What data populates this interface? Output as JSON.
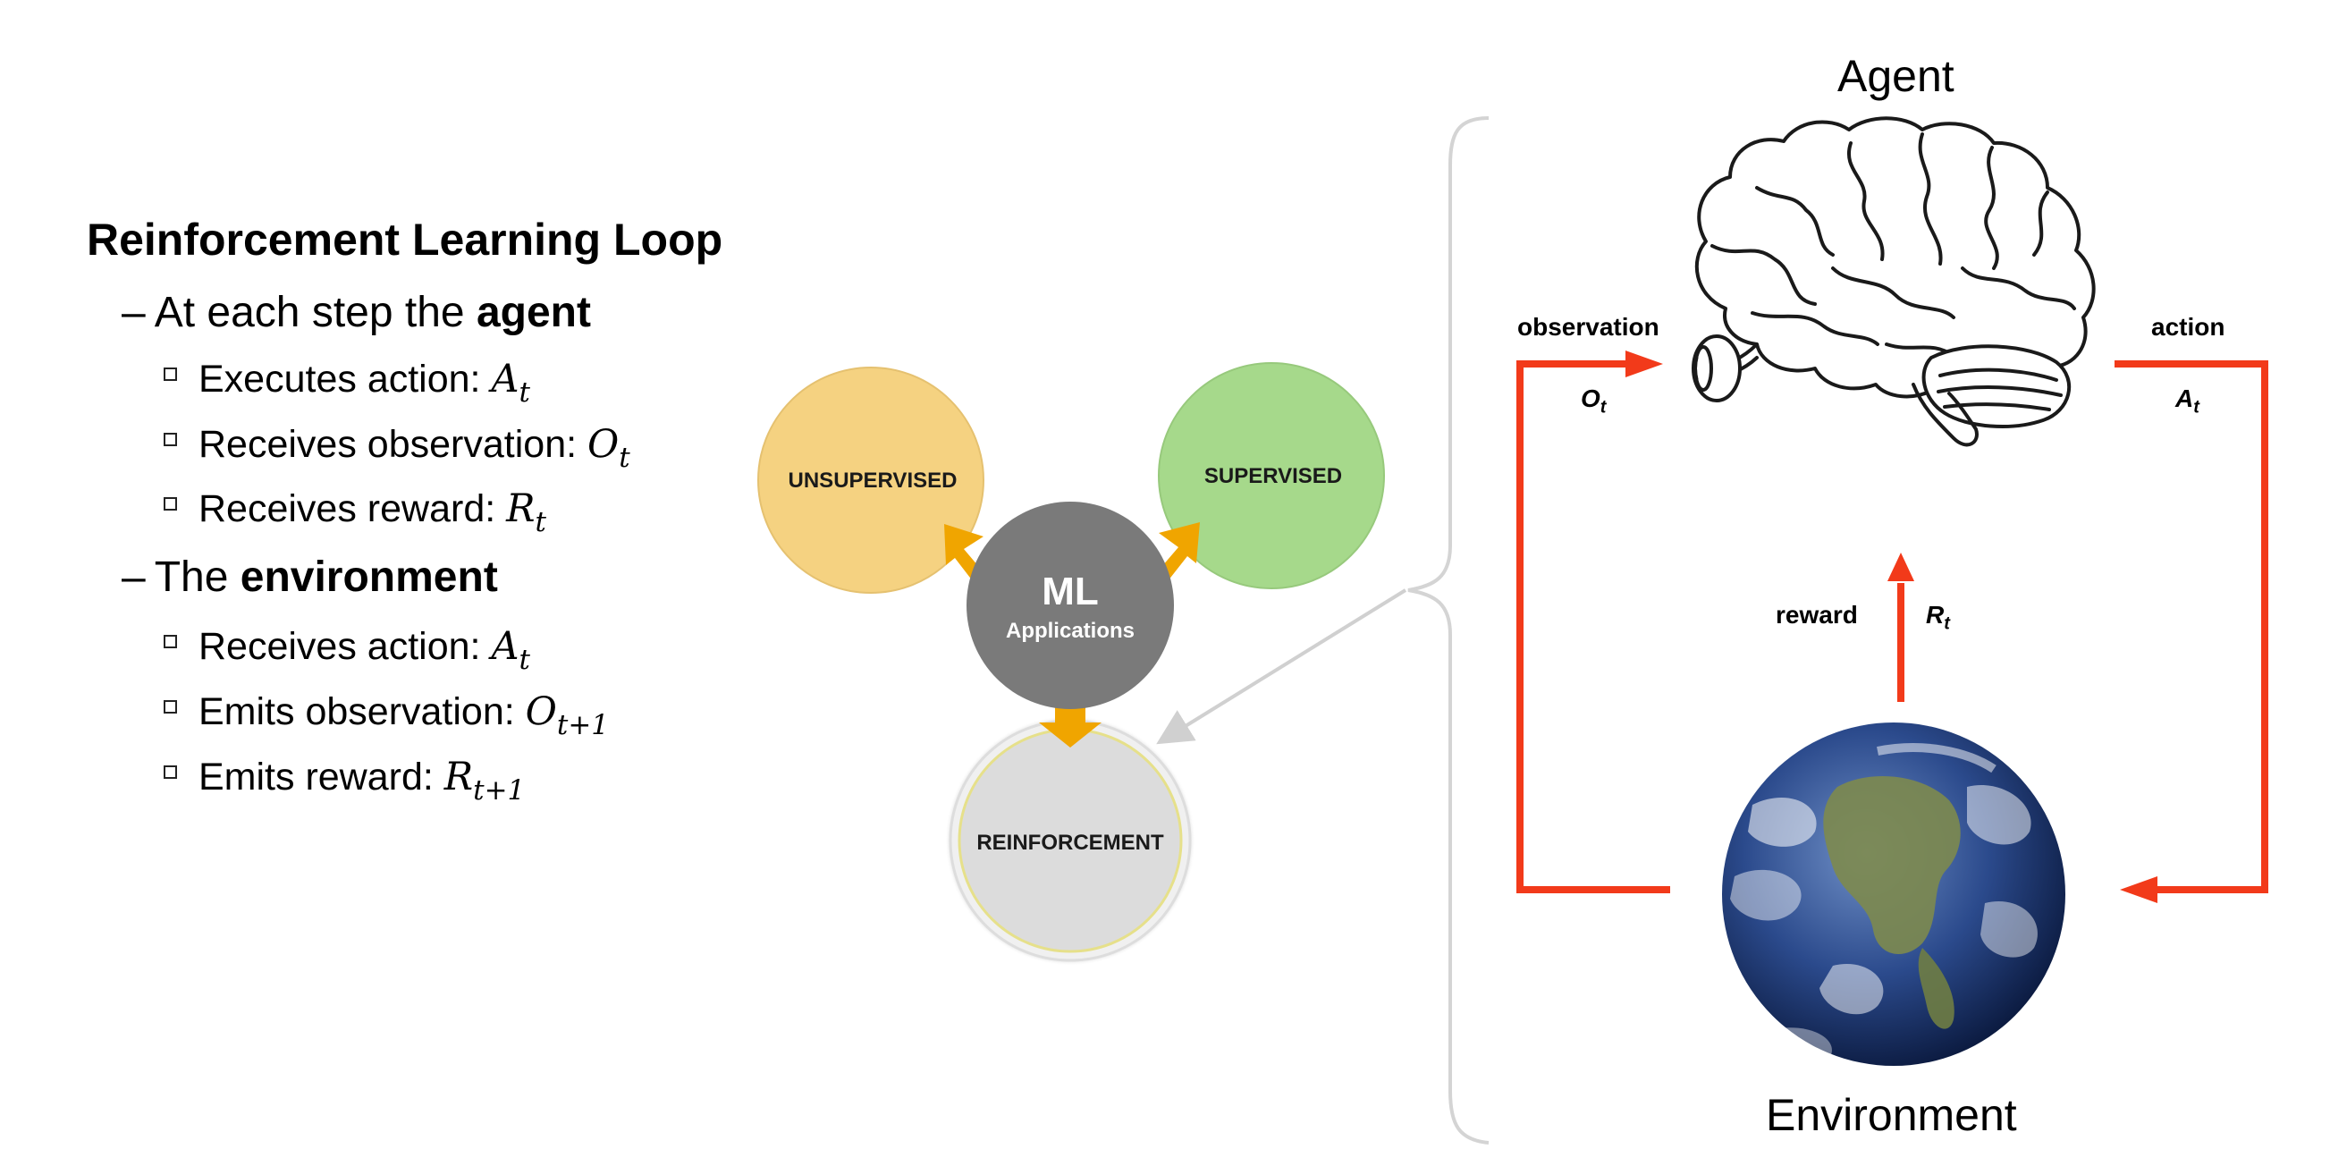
{
  "left_panel": {
    "title": "Reinforcement Learning Loop",
    "agent_line": {
      "dash": "–",
      "prefix": "At each step the ",
      "bold": "agent"
    },
    "agent_items": [
      {
        "text": "Executes action: ",
        "sym": "A",
        "sub": "t"
      },
      {
        "text": "Receives observation: ",
        "sym": "O",
        "sub": "t"
      },
      {
        "text": "Receives reward: ",
        "sym": "R",
        "sub": "t"
      }
    ],
    "env_line": {
      "dash": "–",
      "prefix": "The ",
      "bold": "environment"
    },
    "env_items": [
      {
        "text": "Receives action: ",
        "sym": "A",
        "sub": "t"
      },
      {
        "text": "Emits observation: ",
        "sym": "O",
        "sub": "t+1"
      },
      {
        "text": "Emits reward: ",
        "sym": "R",
        "sub": "t+1"
      }
    ]
  },
  "ml_diagram": {
    "center": {
      "title": "ML",
      "subtitle": "Applications",
      "color": "#7a7a7a"
    },
    "unsupervised": {
      "label": "UNSUPERVISED",
      "color": "#f5d281"
    },
    "supervised": {
      "label": "SUPERVISED",
      "color": "#a6d98b"
    },
    "reinforcement": {
      "label": "REINFORCEMENT",
      "color": "#dcdcdc"
    },
    "arrow_color": "#f0a500"
  },
  "loop_diagram": {
    "agent_label": "Agent",
    "environment_label": "Environment",
    "observation": {
      "label": "observation",
      "sym": "O",
      "sub": "t"
    },
    "action": {
      "label": "action",
      "sym": "A",
      "sub": "t"
    },
    "reward": {
      "label": "reward",
      "sym": "R",
      "sub": "t"
    },
    "arrow_color": "#f23a1a"
  }
}
